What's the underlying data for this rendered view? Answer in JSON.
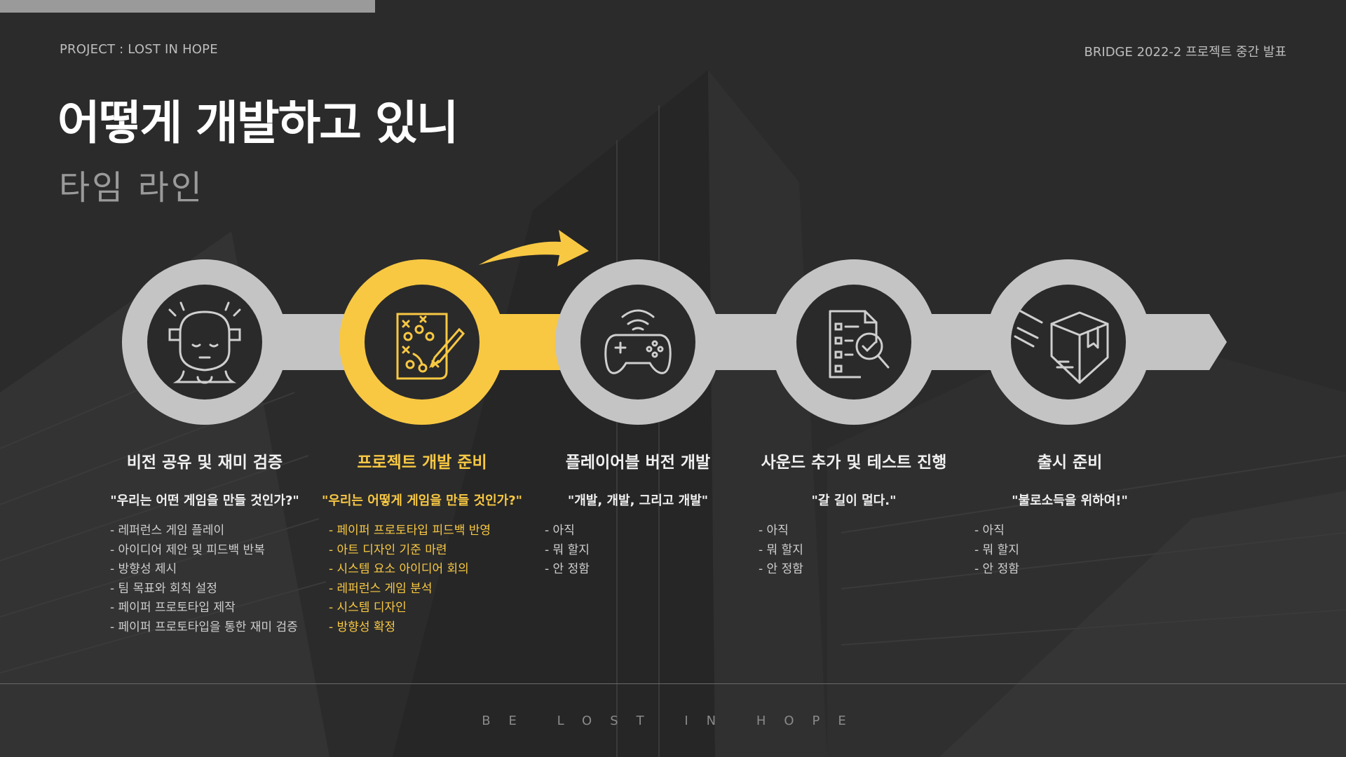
{
  "header": {
    "project": "PROJECT : LOST IN HOPE",
    "event": "BRIDGE 2022-2 프로젝트 중간 발표"
  },
  "title": "어떻게 개발하고 있니",
  "subtitle": "타임 라인",
  "colors": {
    "accent": "#f8c843",
    "node": "#c4c4c4",
    "node_inner": "#2a2a2a"
  },
  "steps": [
    {
      "icon": "thinking-person-icon",
      "name": "비전 공유 및 재미 검증",
      "quote": "\"우리는 어떤 게임을 만들 것인가?\"",
      "items": [
        "- 레퍼런스 게임 플레이",
        "- 아이디어 제안 및 피드백 반복",
        "- 방향성 제시",
        "- 팀 목표와 회칙 설정",
        "- 페이퍼 프로토타입 제작",
        "- 페이퍼 프로토타입을 통한 재미 검증"
      ],
      "active": false
    },
    {
      "icon": "strategy-plan-icon",
      "name": "프로젝트 개발 준비",
      "quote": "\"우리는 어떻게 게임을 만들 것인가?\"",
      "items": [
        "- 페이퍼 프로토타입 피드백 반영",
        "- 아트 디자인 기준 마련",
        "- 시스템 요소 아이디어 회의",
        "- 레퍼런스 게임 분석",
        "- 시스템 디자인",
        "- 방향성 확정"
      ],
      "active": true
    },
    {
      "icon": "gamepad-icon",
      "name": "플레이어블 버전 개발",
      "quote": "\"개발, 개발, 그리고 개발\"",
      "items": [
        "- 아직",
        "- 뭐 할지",
        "- 안 정함"
      ],
      "active": false
    },
    {
      "icon": "test-checklist-icon",
      "name": "사운드 추가 및 테스트 진행",
      "quote": "\"갈 길이 멀다.\"",
      "items": [
        "- 아직",
        "- 뭐 할지",
        "- 안 정함"
      ],
      "active": false
    },
    {
      "icon": "package-box-icon",
      "name": "출시 준비",
      "quote": "\"불로소득을 위하여!\"",
      "items": [
        "- 아직",
        "- 뭐 할지",
        "- 안 정함"
      ],
      "active": false
    }
  ],
  "footer": "BE LOST IN HOPE"
}
